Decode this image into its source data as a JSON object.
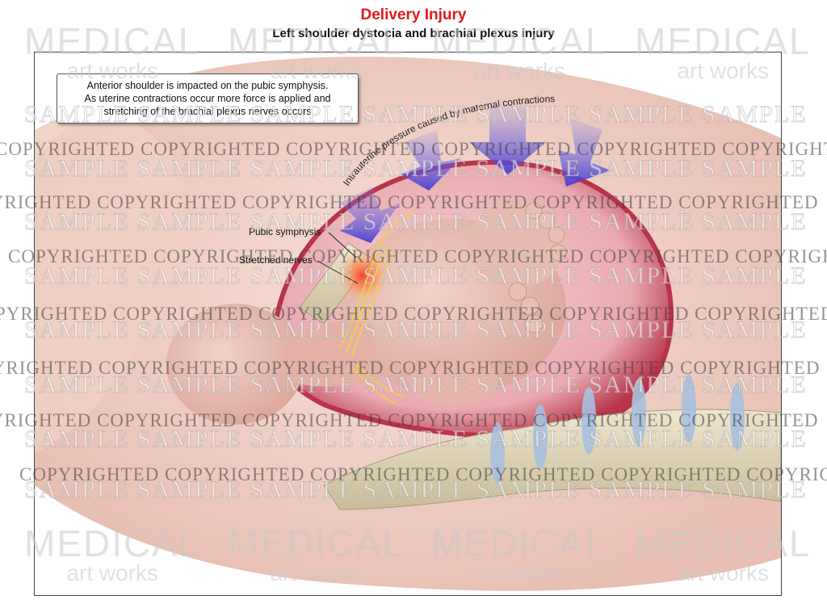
{
  "header": {
    "title": "Delivery Injury",
    "subtitle": "Left shoulder dystocia and brachial plexus injury"
  },
  "callout": {
    "lines": [
      "Anterior shoulder is impacted on the pubic symphysis.",
      "As uterine contractions occur more force is applied and",
      "stretching of the brachial plexus nerves occurs"
    ]
  },
  "labels": {
    "pressure": "Intrauterine pressure caused by maternal contractions",
    "pubic_symphysis": "Pubic symphysis",
    "stretched_nerves": "Stretched nerves"
  },
  "watermark": {
    "copyright_text": "COPYRIGHTED",
    "sample_text": "SAMPLE",
    "logo_big": "MEDICAL",
    "logo_small": "art works"
  },
  "colors": {
    "title": "#e01a1a",
    "arrow": "#5a4fd6",
    "nerve": "#f2d43a",
    "skin": "#f3d3c8",
    "uterus": "#b8344a"
  }
}
